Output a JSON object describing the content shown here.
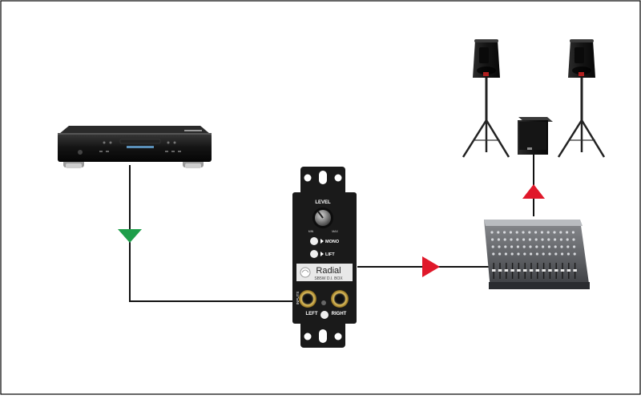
{
  "diagram": {
    "colors": {
      "frame": "#000000",
      "wire": "#111111",
      "arrow_input": "#1e9e4a",
      "arrow_output": "#e0182a",
      "panel": "#1a1a1a",
      "label_strip": "#e8e8e8",
      "jack_gold": "#c9a23a"
    },
    "wall_plate": {
      "brand": "Radial",
      "model": "SB5W D.I. BOX",
      "knob_label": "LEVEL",
      "knob_scale_min": "MIN",
      "knob_scale_max": "MAX",
      "switch_mono": "MONO",
      "switch_lift": "LIFT",
      "inputs_label": "INPUTS",
      "jack_left": "LEFT",
      "jack_right": "RIGHT"
    },
    "devices": [
      {
        "name": "cd-player",
        "icon": "cd-player-icon"
      },
      {
        "name": "mixer",
        "icon": "mixer-icon"
      },
      {
        "name": "speaker-left",
        "icon": "pa-speaker-icon"
      },
      {
        "name": "speaker-right",
        "icon": "pa-speaker-icon"
      },
      {
        "name": "subwoofer",
        "icon": "subwoofer-icon"
      }
    ]
  }
}
